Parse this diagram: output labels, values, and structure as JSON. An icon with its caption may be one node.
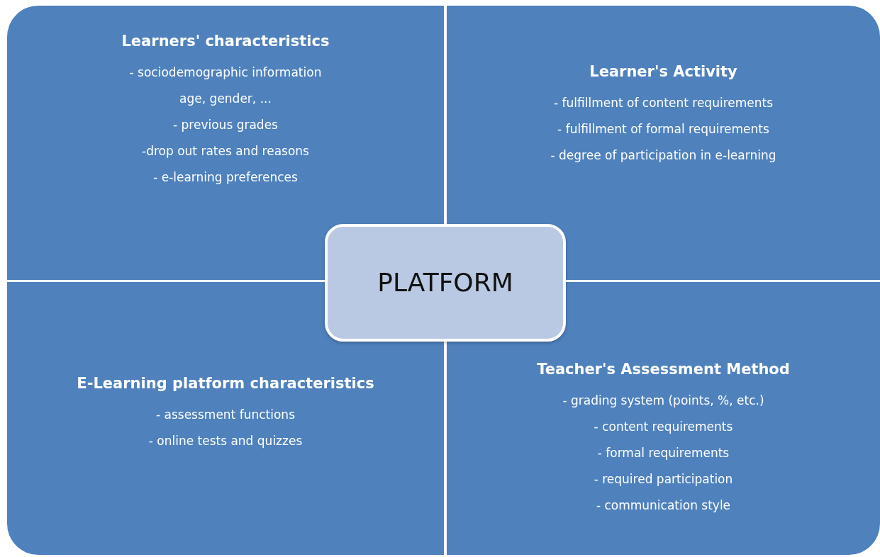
{
  "diagram": {
    "nodes": [
      {
        "text": [
          "Learners' characteristics",
          "- sociodemographic information",
          "age, gender, ...",
          "- previous grades",
          "-drop out rates and reasons",
          "- e-learning preferences"
        ]
      },
      {
        "text": [
          "Learner's Activity",
          "- fulfillment of content requirements",
          "- fulfillment of formal requirements",
          "- degree of participation in e-learning"
        ]
      },
      {
        "text": [
          "PLATFORM"
        ]
      },
      {
        "text": [
          "E-Learning platform characteristics",
          "- assessment functions",
          "- online tests and quizzes"
        ]
      },
      {
        "text": [
          "Teacher's Assessment Method",
          "- grading system (points, %, etc.)",
          "- content requirements",
          "- formal requirements",
          "- required participation",
          "- communication style"
        ]
      }
    ]
  }
}
